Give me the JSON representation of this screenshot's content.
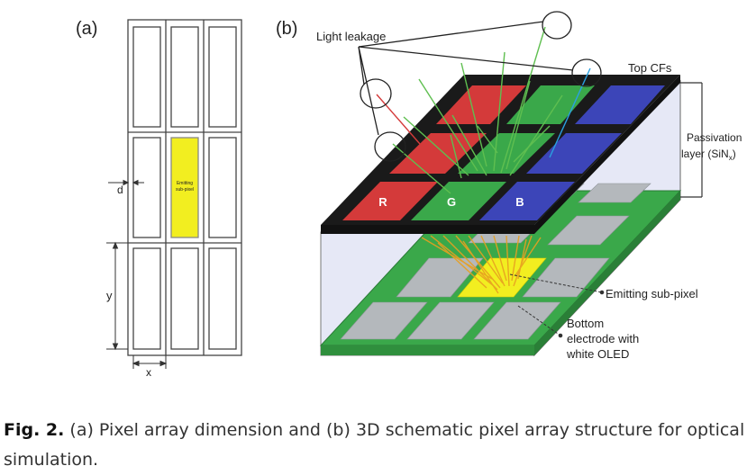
{
  "panel_a": {
    "label": "(a)",
    "emitting_label_line1": "Emitting",
    "emitting_label_line2": "sub-pixel",
    "dim_d": "d",
    "dim_y": "y",
    "dim_x": "x"
  },
  "panel_b": {
    "label": "(b)",
    "light_leakage": "Light leakage",
    "top_cfs": "Top CFs",
    "passivation_line1": "Passivation",
    "passivation_line2": "layer (SiN",
    "passivation_sub": "x",
    "passivation_close": ")",
    "filter_r": "R",
    "filter_g": "G",
    "filter_b": "B",
    "emitting": "Emitting sub-pixel",
    "bottom_line1": "Bottom",
    "bottom_line2": "electrode with",
    "bottom_line3": "white OLED"
  },
  "colors": {
    "red_filter": "#d43a3a",
    "green_filter": "#3aa84a",
    "blue_filter": "#3c45b8",
    "black_matrix": "#1a1a1a",
    "green_base": "#3aa84a",
    "gray_electrode": "#b4b8bc",
    "emitting_yellow": "#f2ee20",
    "ray_orange": "#e8a020",
    "ray_green": "#5fbf50",
    "ray_blue": "#2aa0e0",
    "ray_red": "#d43a3a"
  },
  "caption": {
    "prefix": "Fig. 2.",
    "text": " (a) Pixel array dimension and (b) 3D schematic pixel array structure for optical simulation."
  }
}
